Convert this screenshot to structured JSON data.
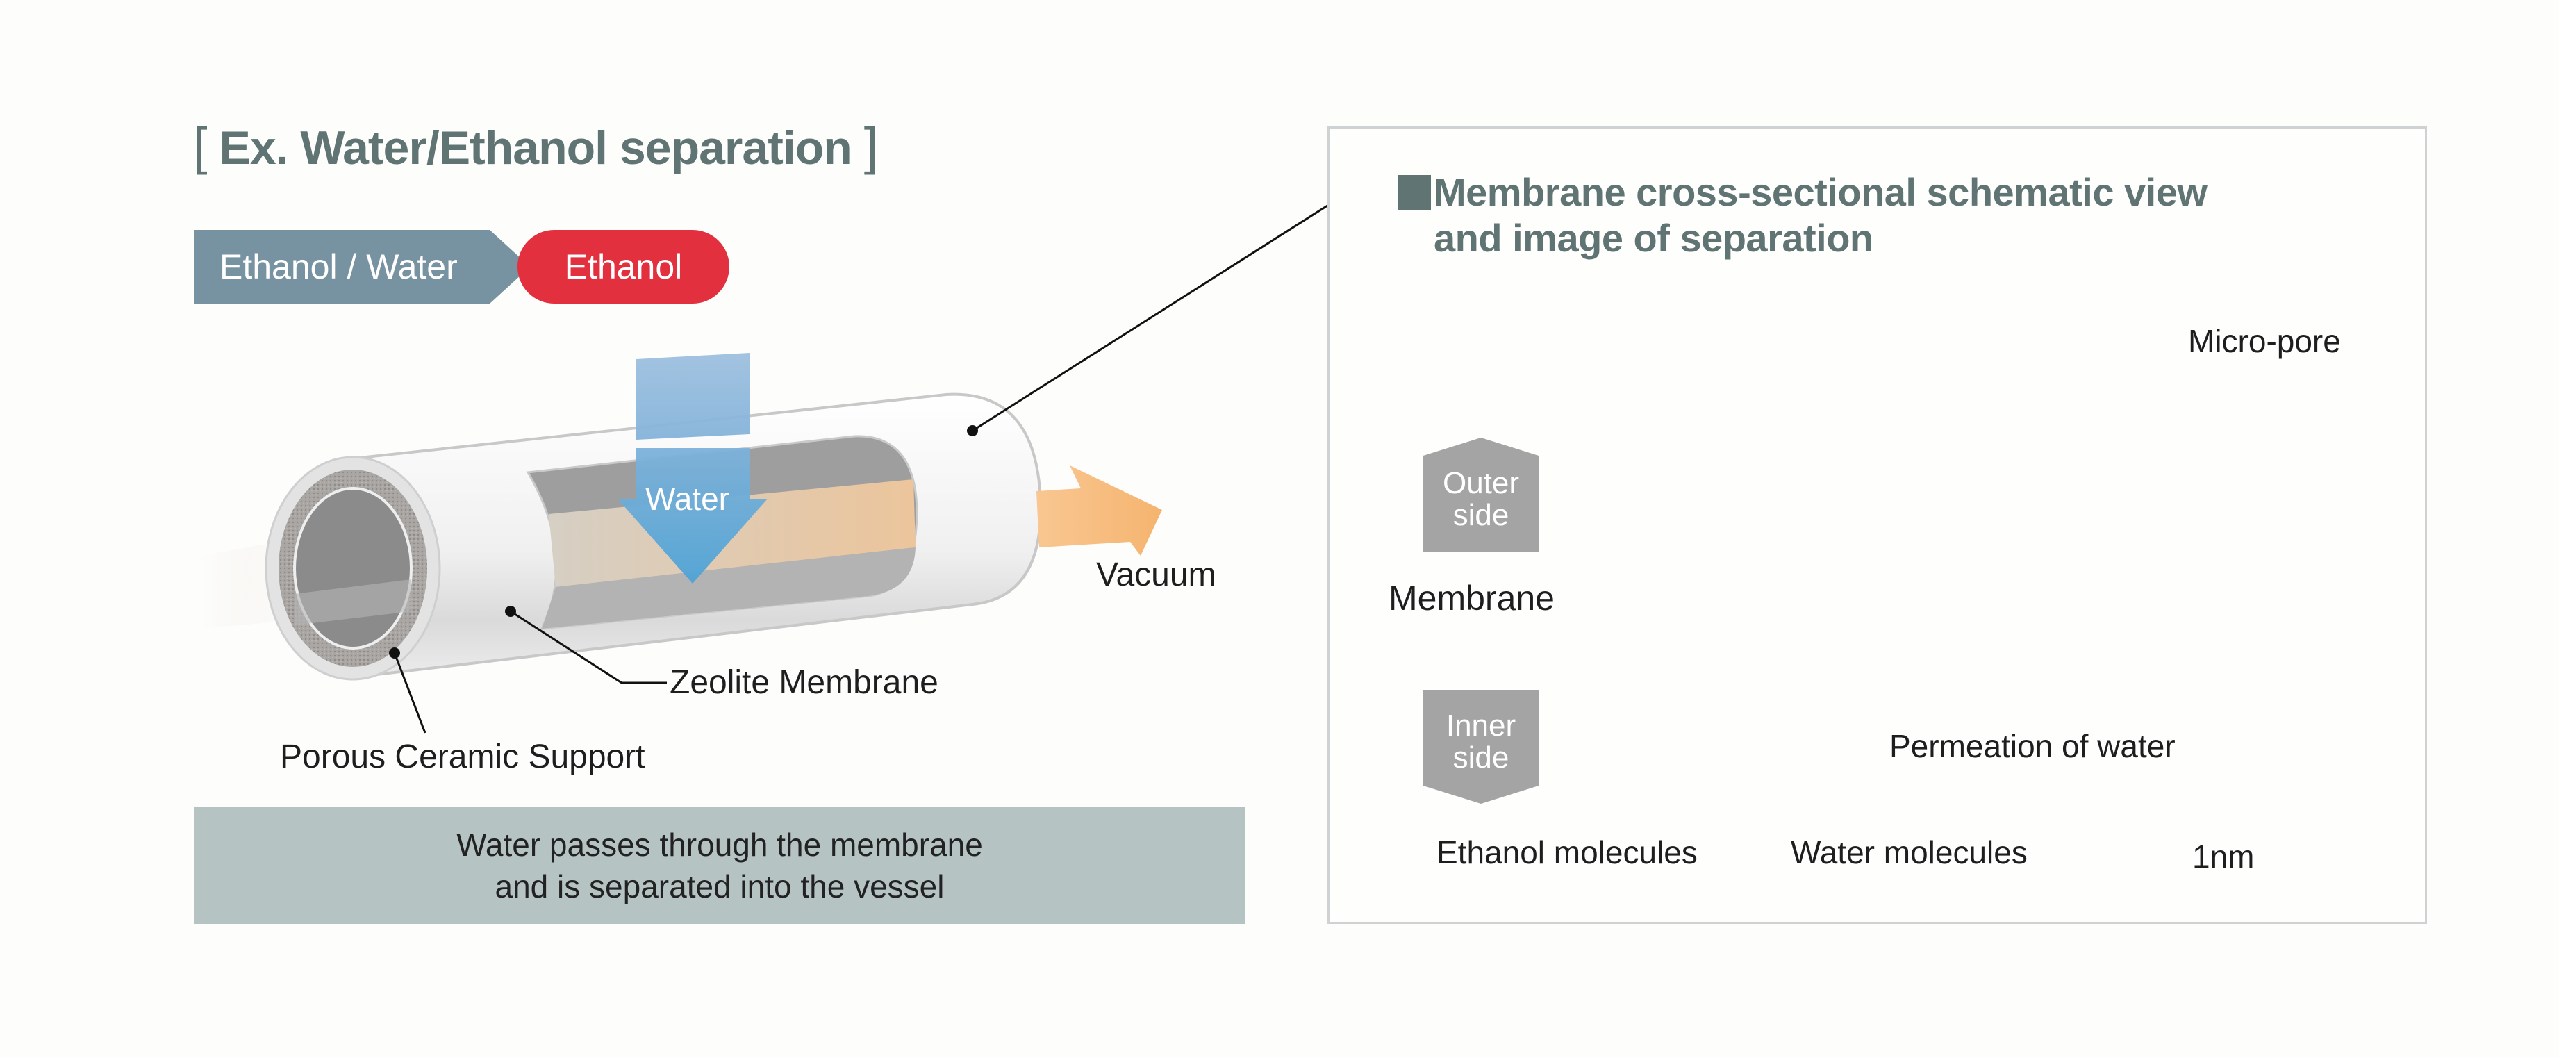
{
  "left": {
    "title": "Ex. Water/Ethanol separation",
    "bracket_open": "[",
    "bracket_close": "]",
    "flow": {
      "from": "Ethanol / Water",
      "to": "Ethanol"
    },
    "labels": {
      "water": "Water",
      "vacuum": "Vacuum",
      "zeolite": "Zeolite Membrane",
      "support": "Porous Ceramic Support"
    },
    "caption": [
      "Water passes through the membrane",
      "and is separated into the vessel"
    ]
  },
  "panel": {
    "title_line1": "Membrane cross-sectional schematic view",
    "title_line2": "and image of separation",
    "outer_side": [
      "Outer",
      "side"
    ],
    "inner_side": [
      "Inner",
      "side"
    ],
    "membrane": "Membrane",
    "micropore": "Micro-pore",
    "permeation": "Permeation of water",
    "legend": {
      "ethanol": "Ethanol molecules",
      "water": "Water molecules",
      "scale": "1nm"
    }
  },
  "colors": {
    "title": "#5f7473",
    "flow_from": "#7792a0",
    "flow_to": "#e3303f",
    "caption_bg": "#b5c3c3",
    "ethanol": "#e3303f",
    "water": "#5aa6d6",
    "vacuum": "#f7b878",
    "arrow_ethanol": "#6f1d35",
    "arrow_water": "#0f3a4a"
  }
}
